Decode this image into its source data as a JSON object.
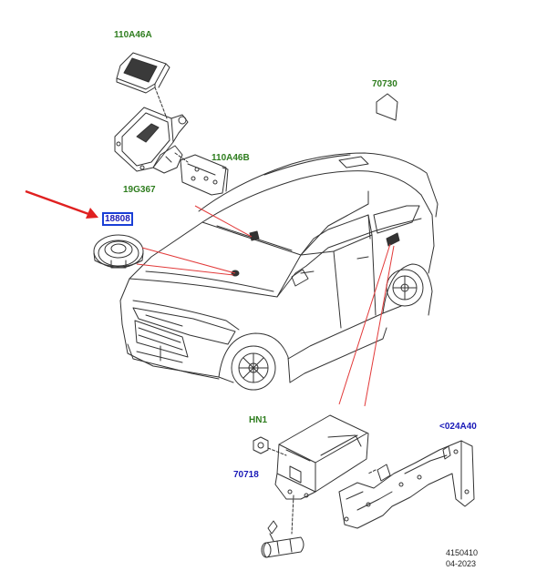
{
  "callouts": {
    "p110A46A": "110A46A",
    "p19G367": "19G367",
    "p110A46B": "110A46B",
    "p70730": "70730",
    "p18808": "18808",
    "pHN1": "HN1",
    "p70718": "70718",
    "p024A40": "<024A40"
  },
  "footer": {
    "illustration_number": "4150410",
    "date": "04-2023"
  },
  "colors": {
    "part_green": "#2e7d1e",
    "ref_blue": "#1a1ab8",
    "highlight_box": "#1a3fd6",
    "pointer_arrow": "#e02020",
    "leader_red": "#e23a3a",
    "line_art": "#333333"
  }
}
